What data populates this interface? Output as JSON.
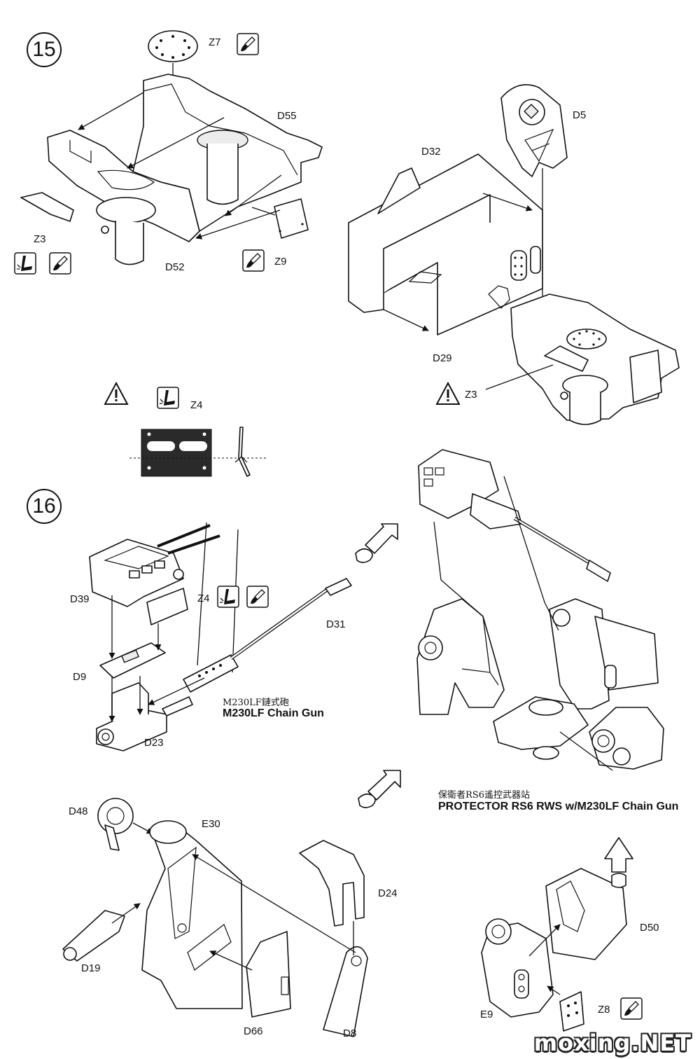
{
  "steps": {
    "s15": "15",
    "s16": "16"
  },
  "parts": {
    "z7": "Z7",
    "d55": "D55",
    "z3": "Z3",
    "d52": "D52",
    "z9": "Z9",
    "d5": "D5",
    "d32": "D32",
    "d29": "D29",
    "z3b": "Z3",
    "z4": "Z4",
    "d39": "D39",
    "z4b": "Z4",
    "d31": "D31",
    "d9": "D9",
    "d23": "D23",
    "d48": "D48",
    "e30": "E30",
    "d24": "D24",
    "d19": "D19",
    "d66": "D66",
    "d8": "D8",
    "d50": "D50",
    "e9": "E9",
    "z8": "Z8"
  },
  "captions": {
    "gun_cn": "M230LF鏈式砲",
    "gun_en": "M230LF Chain Gun",
    "rws_cn": "保衛者RS6遙控武器站",
    "rws_en": "PROTECTOR RS6 RWS w/M230LF Chain Gun"
  },
  "watermark": "moxing.NET",
  "icons": [
    "paint-brush-icon",
    "bend-etch-icon",
    "caution-icon",
    "up-arrow-icon"
  ]
}
